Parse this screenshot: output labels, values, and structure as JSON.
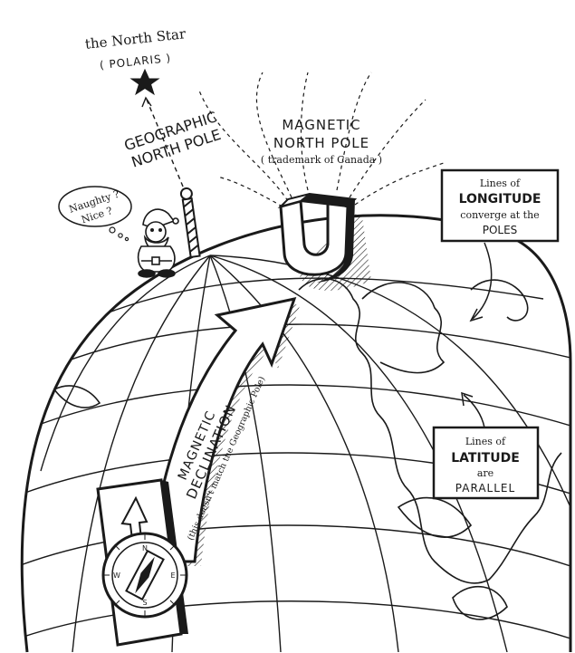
{
  "polaris": {
    "title": "the North Star",
    "name": "( POLARIS )"
  },
  "geographic_pole": {
    "line1": "GEOGRAPHIC",
    "line2": "NORTH POLE"
  },
  "magnetic_pole": {
    "line1": "MAGNETIC",
    "line2": "NORTH POLE",
    "note": "( trademark of Canada )"
  },
  "santa": {
    "thought_line1": "Naughty ?",
    "thought_line2": "Nice ?"
  },
  "longitude_box": {
    "line1": "Lines of",
    "line2": "LONGITUDE",
    "line3": "converge at the",
    "line4": "POLES"
  },
  "latitude_box": {
    "line1": "Lines of",
    "line2": "LATITUDE",
    "line3": "are",
    "line4": "PARALLEL"
  },
  "declination": {
    "line1": "MAGNETIC",
    "line2": "DECLINATION",
    "note": "(this doesn't match the Geographic Pole)"
  },
  "compass": {
    "n": "N",
    "e": "E",
    "s": "S",
    "w": "W"
  },
  "colors": {
    "ink": "#1a1a1a",
    "paper": "#ffffff",
    "shade": "#cfcfcf"
  }
}
